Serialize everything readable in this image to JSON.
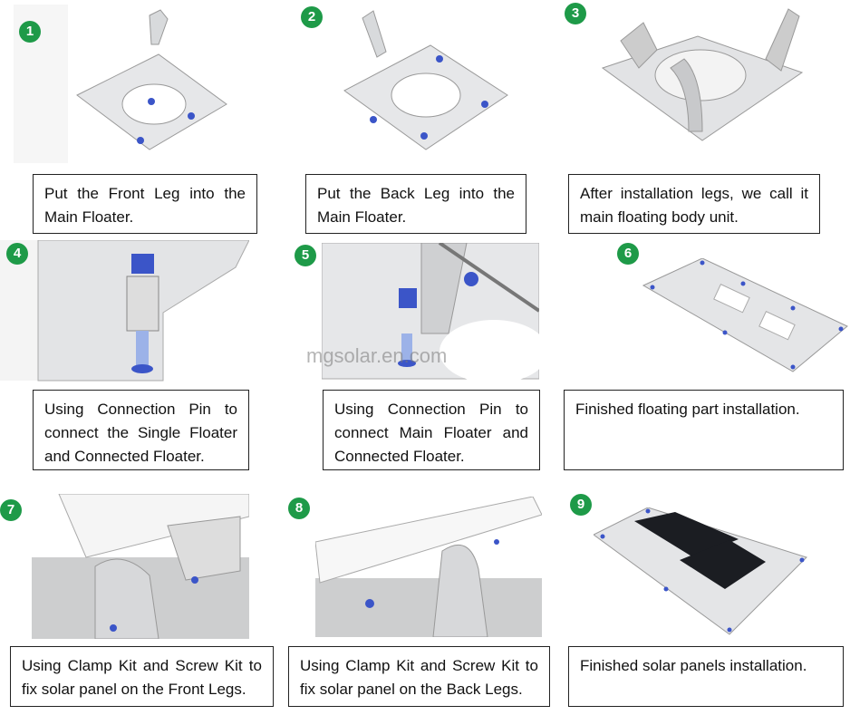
{
  "steps": [
    {
      "number": "1",
      "caption": "Put the Front Leg into the Main Floater."
    },
    {
      "number": "2",
      "caption": "Put the Back Leg into the Main Floater."
    },
    {
      "number": "3",
      "caption": "After installation legs, we call it main floating body unit."
    },
    {
      "number": "4",
      "caption": "Using Connection Pin to connect the Single Floater and Connected Floater."
    },
    {
      "number": "5",
      "caption": "Using Connection Pin to connect Main Floater and Connected Floater."
    },
    {
      "number": "6",
      "caption": "Finished floating part installation."
    },
    {
      "number": "7",
      "caption": "Using Clamp Kit and Screw Kit to fix solar panel on the Front Legs."
    },
    {
      "number": "8",
      "caption": "Using Clamp Kit and Screw Kit to fix solar panel on the Back Legs."
    },
    {
      "number": "9",
      "caption": "Finished solar panels installation."
    }
  ],
  "watermark": "mgsolar.en.com",
  "colors": {
    "badge": "#1e9a48",
    "pin": "#3b55c8",
    "floater": "#e4e6e8"
  }
}
